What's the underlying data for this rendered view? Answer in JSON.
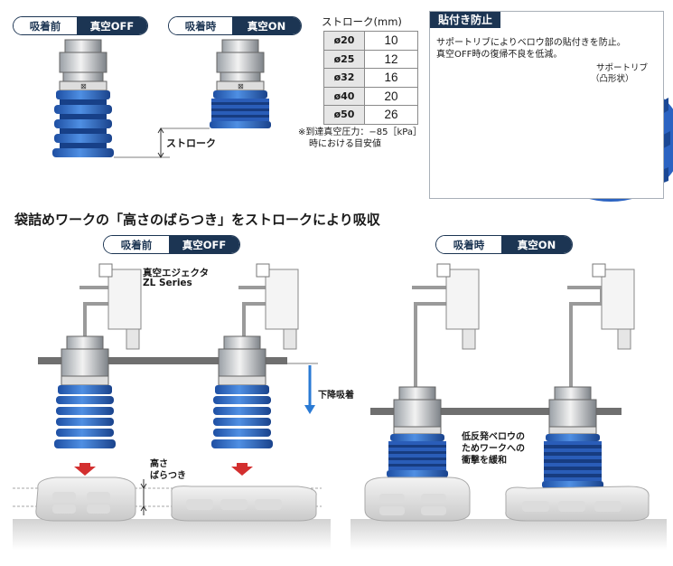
{
  "top_left": {
    "state_off": {
      "left": "吸着前",
      "right": "真空OFF"
    },
    "state_on": {
      "left": "吸着時",
      "right": "真空ON"
    },
    "stroke_label": "ストローク"
  },
  "stroke_table": {
    "title": "ストローク(mm)",
    "rows": [
      {
        "size": "ø20",
        "stroke": "10"
      },
      {
        "size": "ø25",
        "stroke": "12"
      },
      {
        "size": "ø32",
        "stroke": "16"
      },
      {
        "size": "ø40",
        "stroke": "20"
      },
      {
        "size": "ø50",
        "stroke": "26"
      }
    ],
    "note_line1": "※到達真空圧力：−85［kPa］",
    "note_line2": "時における目安値"
  },
  "adhesion_panel": {
    "title": "貼付き防止",
    "desc_line1": "サポートリブによりベロウ部の貼付きを防止。",
    "desc_line2": "真空OFF時の復帰不良を低減。",
    "rib_label_line1": "サポートリブ",
    "rib_label_line2": "（凸形状）"
  },
  "section_title": "袋詰めワークの「高さのばらつき」をストロークにより吸収",
  "bottom_left": {
    "state": {
      "left": "吸着前",
      "right": "真空OFF"
    },
    "ejector_label_line1": "真空エジェクタ",
    "ejector_label_line2": "ZL Series",
    "height_label_line1": "高さ",
    "height_label_line2": "ばらつき",
    "descend_label": "下降吸着"
  },
  "bottom_right": {
    "state": {
      "left": "吸着時",
      "right": "真空ON"
    },
    "bellows_note_line1": "低反発ベロウの",
    "bellows_note_line2": "ためワークへの",
    "bellows_note_line3": "衝撃を緩和"
  },
  "colors": {
    "navy": "#1c3553",
    "blue": "#2f6fcc",
    "gray": "#8a8a8a"
  }
}
